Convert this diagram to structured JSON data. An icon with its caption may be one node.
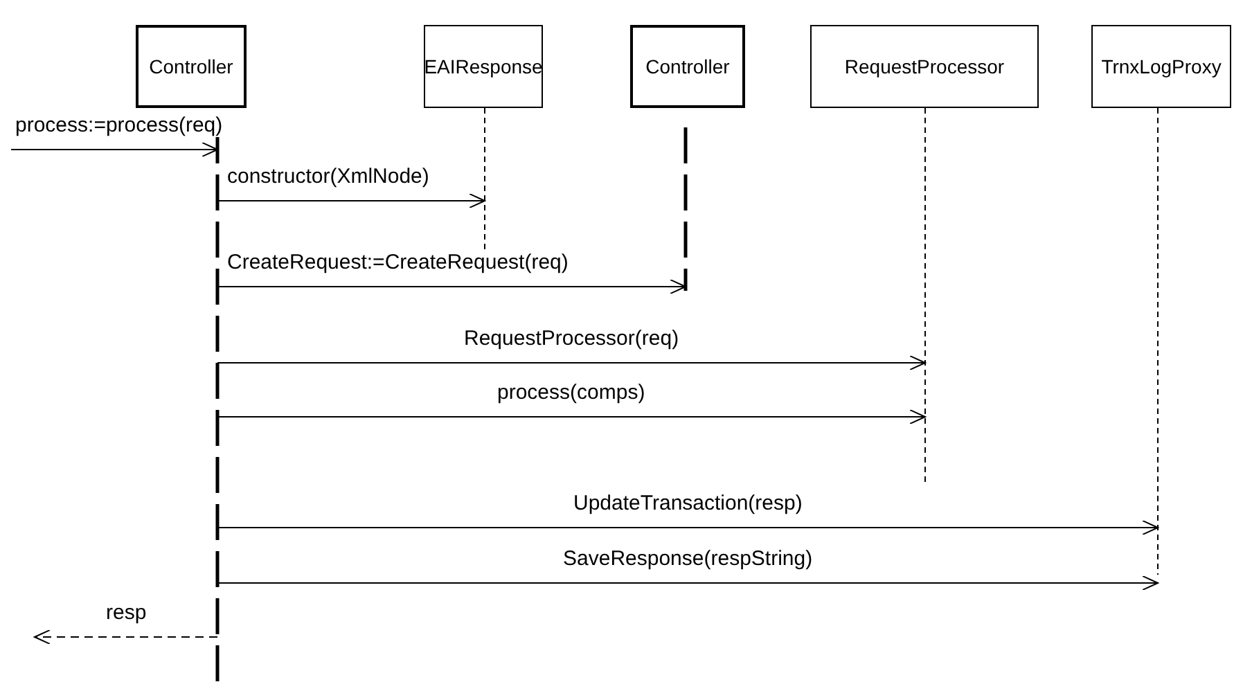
{
  "diagram": {
    "nodes": [
      {
        "text": [
          "Controller"
        ]
      },
      {
        "text": [
          "EAIResponse"
        ]
      },
      {
        "text": [
          "Controller"
        ]
      },
      {
        "text": [
          "RequestProcessor"
        ]
      },
      {
        "text": [
          "TrnxLogProxy"
        ]
      }
    ],
    "edges": [
      {
        "from": null,
        "to": 0,
        "arrow": "to",
        "label": "process:=process(req)"
      },
      {
        "from": 0,
        "to": 1,
        "arrow": "to",
        "label": "constructor(XmlNode)"
      },
      {
        "from": 0,
        "to": 2,
        "arrow": "to",
        "label": "CreateRequest:=CreateRequest(req)"
      },
      {
        "from": 0,
        "to": 3,
        "arrow": "to",
        "label": "RequestProcessor(req)"
      },
      {
        "from": 0,
        "to": 3,
        "arrow": "to",
        "label": "process(comps)"
      },
      {
        "from": 0,
        "to": 4,
        "arrow": "to",
        "label": "UpdateTransaction(resp)"
      },
      {
        "from": 0,
        "to": 4,
        "arrow": "to",
        "label": "SaveResponse(respString)"
      },
      {
        "from": 0,
        "to": null,
        "arrow": "to",
        "label": "resp",
        "style": "dashed"
      }
    ]
  }
}
